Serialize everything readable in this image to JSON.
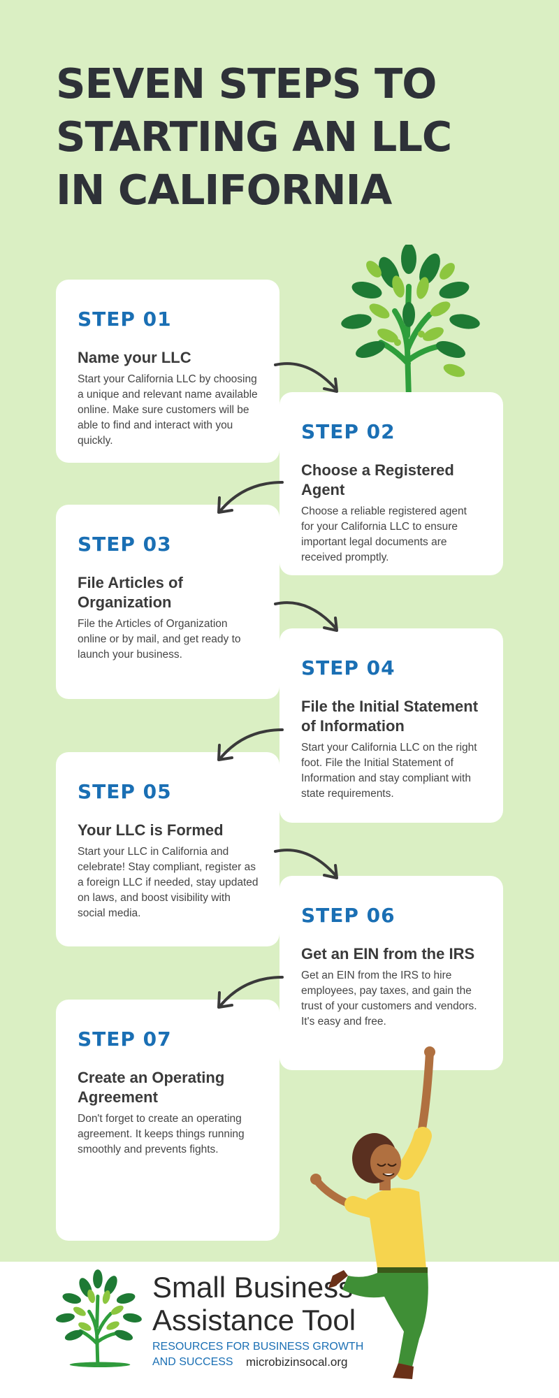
{
  "page": {
    "title": "SEVEN STEPS TO STARTING AN LLC IN CALIFORNIA",
    "colors": {
      "background": "#daefc3",
      "card": "#ffffff",
      "step_label": "#1a6fb4",
      "title": "#2e3138"
    }
  },
  "steps": [
    {
      "label": "STEP 01",
      "heading": "Name your LLC",
      "body": "Start your California LLC by choosing a unique and relevant name available online. Make sure customers will be able to find and interact with you quickly."
    },
    {
      "label": "STEP 02",
      "heading": "Choose a Registered Agent",
      "body": "Choose a reliable registered agent for your California LLC to ensure important legal documents are received promptly."
    },
    {
      "label": "STEP 03",
      "heading": "File Articles of Organization",
      "body": "File the Articles of Organization online or by mail, and get ready to launch your business."
    },
    {
      "label": "STEP 04",
      "heading": "File the Initial Statement of Information",
      "body": "Start your California LLC on the right foot. File the Initial Statement of Information and stay compliant with state requirements."
    },
    {
      "label": "STEP 05",
      "heading": "Your LLC is Formed",
      "body": "Start your LLC in California and celebrate! Stay compliant, register as a foreign LLC if needed, stay updated on laws, and boost visibility with social media."
    },
    {
      "label": "STEP 06",
      "heading": "Get an EIN from the IRS",
      "body": "Get an EIN from the IRS to hire employees, pay taxes, and gain the trust of your customers and vendors. It's easy and free."
    },
    {
      "label": "STEP 07",
      "heading": "Create an Operating Agreement",
      "body": "Don't forget to create an operating agreement. It keeps things running smoothly and prevents fights."
    }
  ],
  "footer": {
    "brand_line1": "Small Business",
    "brand_line2": "Assistance Tool",
    "tagline": "RESOURCES FOR BUSINESS GROWTH AND SUCCESS",
    "website": "microbizinsocal.org"
  },
  "icons": [
    "tree-icon",
    "celebrating-woman-illustration",
    "arrow-icon"
  ]
}
